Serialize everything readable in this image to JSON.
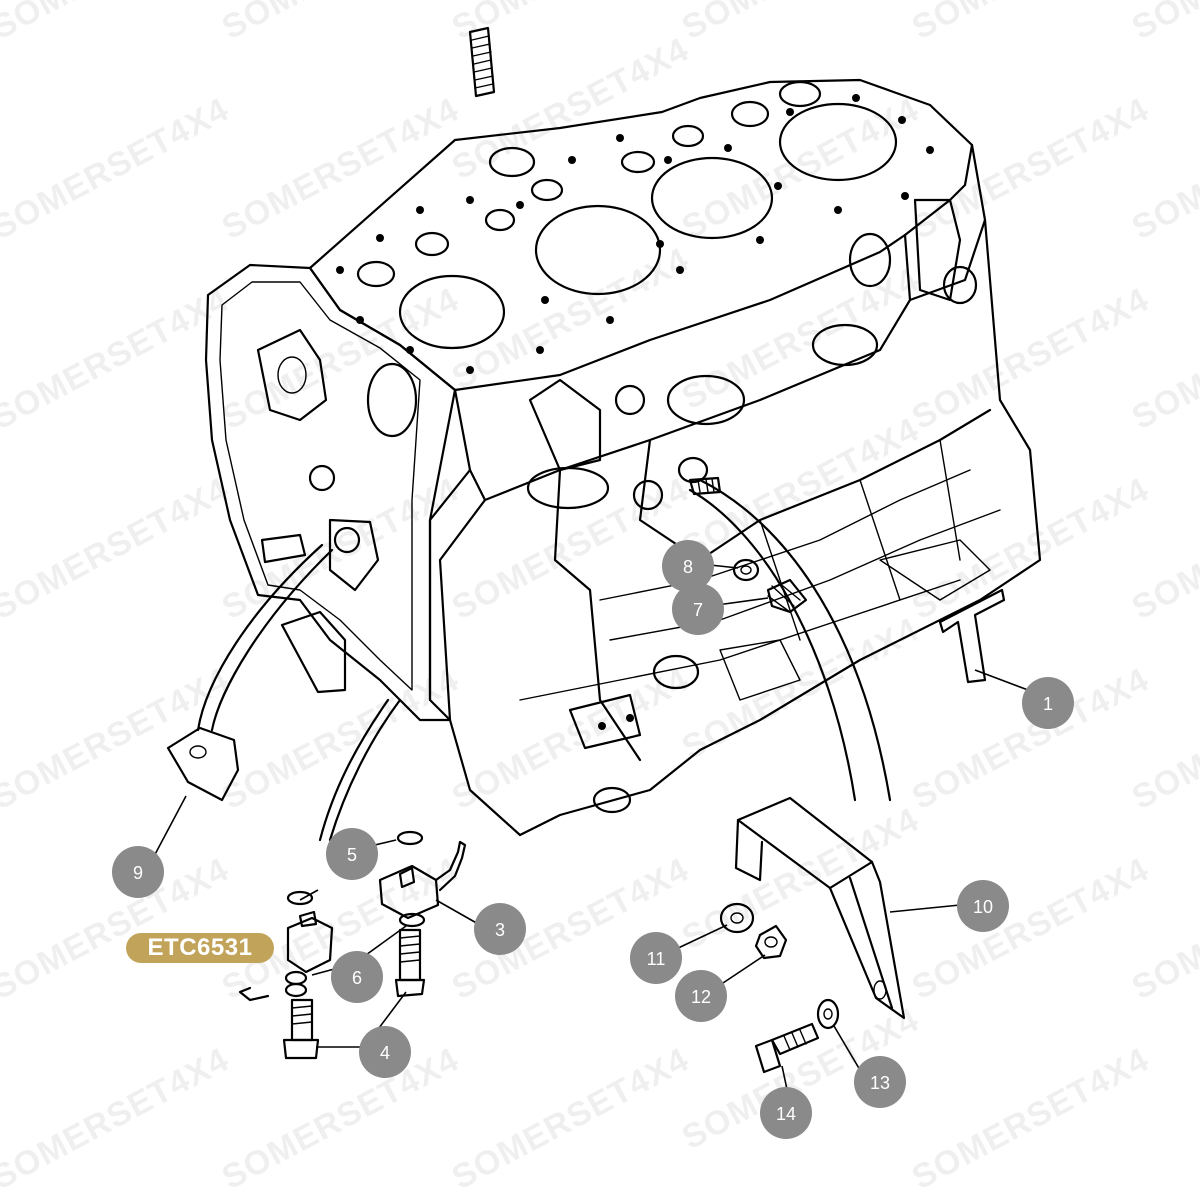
{
  "watermark": {
    "text": "SOMERSET4X4"
  },
  "part_tag": {
    "label": "ETC6531",
    "color": "#c2a35a"
  },
  "callouts": [
    {
      "id": "1",
      "label": "1"
    },
    {
      "id": "3",
      "label": "3"
    },
    {
      "id": "4",
      "label": "4"
    },
    {
      "id": "5",
      "label": "5"
    },
    {
      "id": "6",
      "label": "6"
    },
    {
      "id": "7",
      "label": "7"
    },
    {
      "id": "8",
      "label": "8"
    },
    {
      "id": "9",
      "label": "9"
    },
    {
      "id": "10",
      "label": "10"
    },
    {
      "id": "11",
      "label": "11"
    },
    {
      "id": "12",
      "label": "12"
    },
    {
      "id": "13",
      "label": "13"
    },
    {
      "id": "14",
      "label": "14"
    }
  ],
  "colors": {
    "callout": "#8a8a8a",
    "callout_text": "#ffffff",
    "line": "#000000",
    "tag": "#c2a35a"
  }
}
